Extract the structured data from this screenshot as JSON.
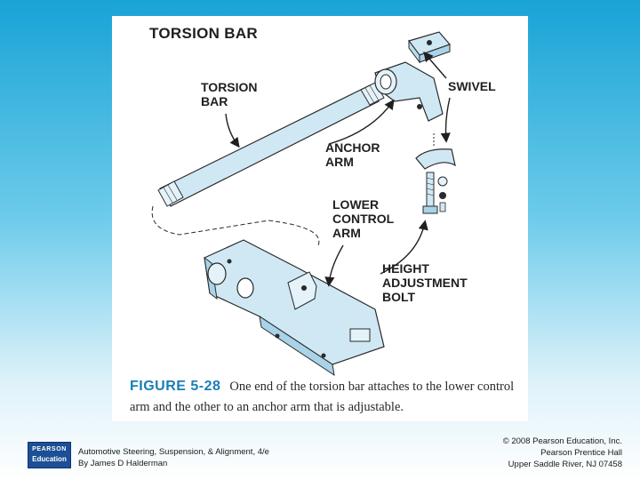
{
  "figure": {
    "title": "TORSION BAR",
    "labels": {
      "torsion_bar": "TORSION\nBAR",
      "swivel": "SWIVEL",
      "anchor_arm": "ANCHOR\nARM",
      "lower_control_arm": "LOWER\nCONTROL\nARM",
      "height_adjustment_bolt": "HEIGHT\nADJUSTMENT\nBOLT"
    },
    "caption_number": "FIGURE 5-28",
    "caption_text": "One end of the torsion bar attaches to the lower control arm and the other to an anchor arm that is adjustable."
  },
  "footer": {
    "logo_top": "PEARSON",
    "logo_bottom": "Education",
    "book_title": "Automotive Steering, Suspension, & Alignment, 4/e",
    "author": "By James D Halderman",
    "copyright": "© 2008 Pearson Education, Inc.",
    "publisher": "Pearson Prentice Hall",
    "location": "Upper Saddle River, NJ 07458"
  },
  "colors": {
    "part_fill": "#cfe8f4",
    "part_stroke": "#2a2a2a",
    "caption_accent": "#1a7fb5",
    "logo_bg": "#1c4f95"
  }
}
